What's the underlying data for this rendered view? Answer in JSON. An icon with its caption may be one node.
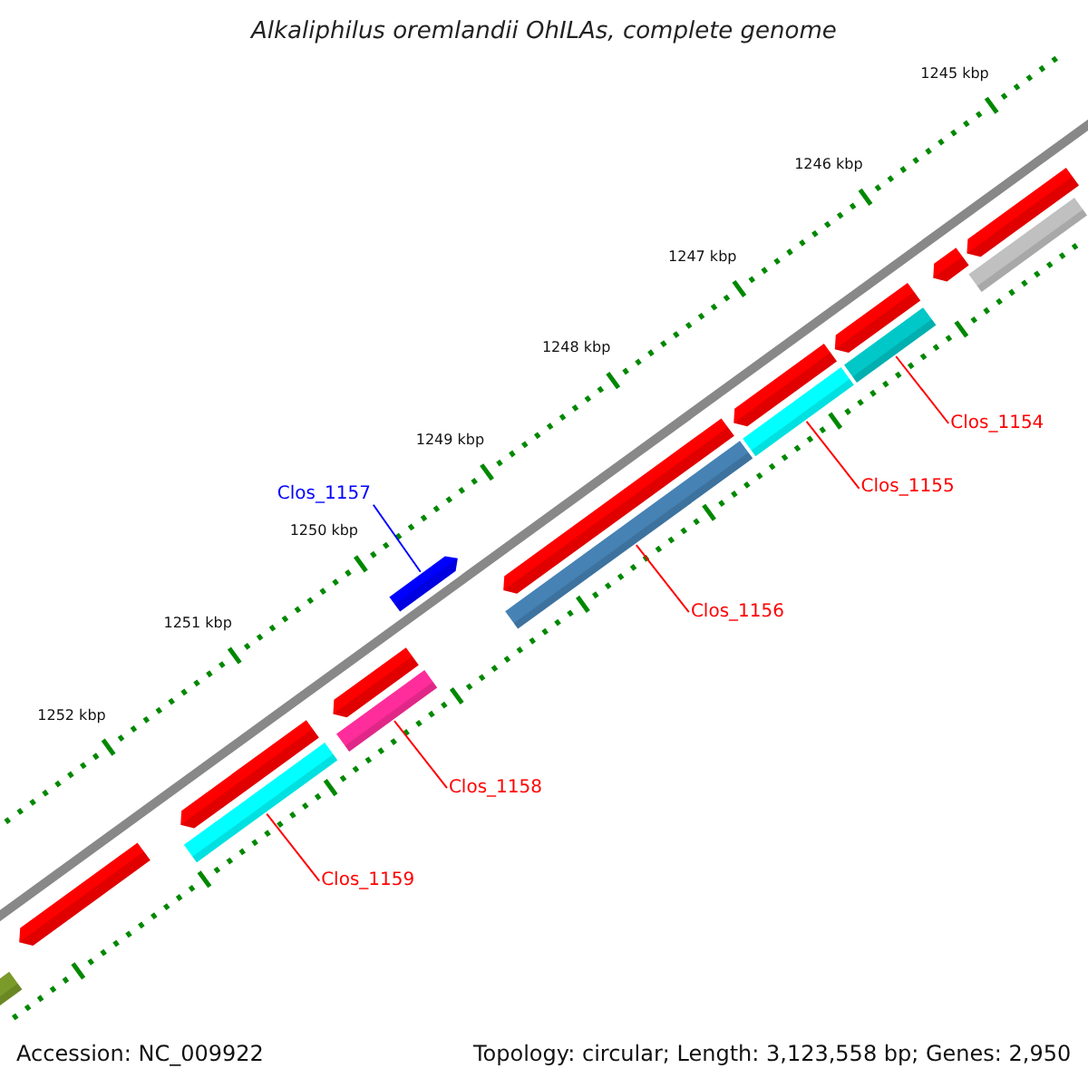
{
  "diagram": {
    "title": "Alkaliphilus oremlandii OhILAs, complete genome",
    "nodes": [
      {
        "text": [
          "Clos_1157"
        ]
      },
      {
        "text": [],
        "shape": "bar"
      },
      {
        "text": [
          "Clos_1154"
        ]
      },
      {
        "text": [],
        "shape": "bar"
      },
      {
        "text": [
          "Clos_1155"
        ]
      },
      {
        "text": [],
        "shape": "bar"
      },
      {
        "text": [
          "Clos_1156"
        ]
      },
      {
        "text": [],
        "shape": "bar"
      },
      {
        "text": [
          "Clos_1158"
        ]
      },
      {
        "text": [],
        "shape": "bar"
      },
      {
        "text": [
          "Clos_1159"
        ]
      },
      {
        "text": [],
        "shape": "bar"
      }
    ],
    "edges": [
      {
        "from": 0,
        "to": 1,
        "arrow": "none",
        "color": "#0000ff"
      },
      {
        "from": 2,
        "to": 3,
        "arrow": "none"
      },
      {
        "from": 4,
        "to": 5,
        "arrow": "none"
      },
      {
        "from": 6,
        "to": 7,
        "arrow": "none"
      },
      {
        "from": 8,
        "to": 9,
        "arrow": "none"
      },
      {
        "from": 10,
        "to": 11,
        "arrow": "none"
      }
    ],
    "labels": [
      "1245 kbp",
      "1246 kbp",
      "1247 kbp",
      "1248 kbp",
      "1249 kbp",
      "1250 kbp",
      "1251 kbp",
      "1252 kbp",
      "Accession: NC_009922",
      "Topology: circular; Length: 3,123,558 bp; Genes: 2,950"
    ]
  }
}
